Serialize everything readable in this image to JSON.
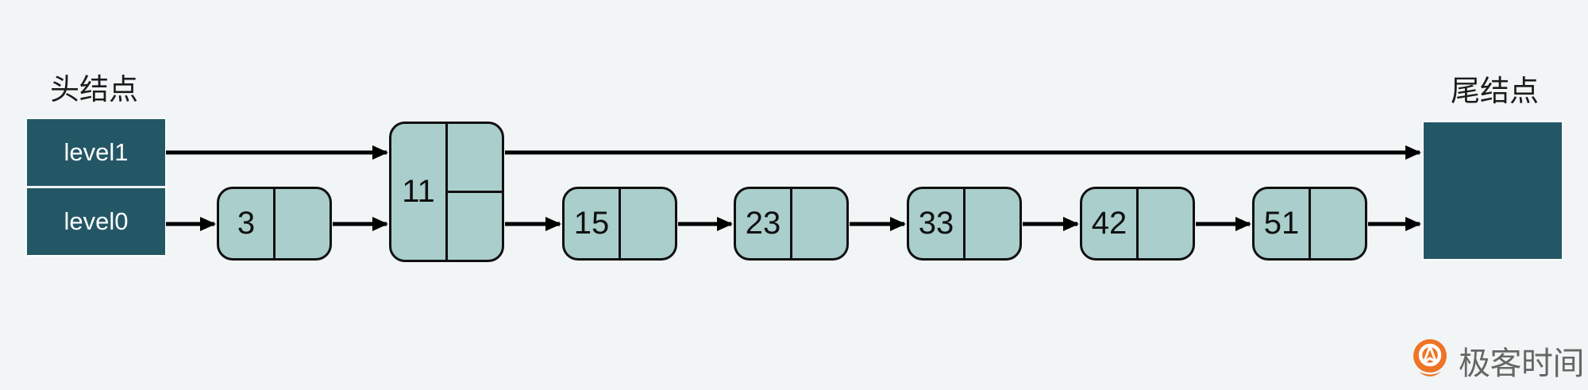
{
  "diagram": {
    "type": "skip-list",
    "head_label": "头结点",
    "tail_label": "尾结点",
    "head_levels": [
      "level1",
      "level0"
    ],
    "node_values": [
      "3",
      "11",
      "15",
      "23",
      "33",
      "42",
      "51"
    ],
    "two_level_node": "11",
    "level1_links": [
      "head → 11",
      "11 → tail"
    ],
    "level0_links": [
      "head → 3",
      "3 → 11",
      "11 → 15",
      "15 → 23",
      "23 → 33",
      "33 → 42",
      "42 → 51",
      "51 → tail"
    ],
    "colors": {
      "background": "#f2f5f6",
      "endpoint_fill": "#245766",
      "endpoint_text": "#ffffff",
      "node_fill": "#a9cecb",
      "node_border": "#101010",
      "arrow": "#000000",
      "label_text": "#1c1c1c"
    }
  },
  "branding": {
    "logo_text": "极客时间",
    "logo_orange": "#ee7425",
    "logo_text_color": "#666666"
  }
}
